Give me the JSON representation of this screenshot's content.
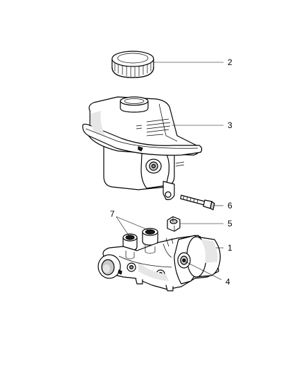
{
  "diagram": {
    "type": "exploded-parts-diagram",
    "callouts": [
      {
        "label": "1",
        "part": "master-cylinder-body"
      },
      {
        "label": "2",
        "part": "reservoir-cap"
      },
      {
        "label": "3",
        "part": "fluid-reservoir"
      },
      {
        "label": "4",
        "part": "mounting-stud"
      },
      {
        "label": "5",
        "part": "nut"
      },
      {
        "label": "6",
        "part": "bolt"
      },
      {
        "label": "7",
        "part": "reservoir-grommets"
      }
    ]
  }
}
